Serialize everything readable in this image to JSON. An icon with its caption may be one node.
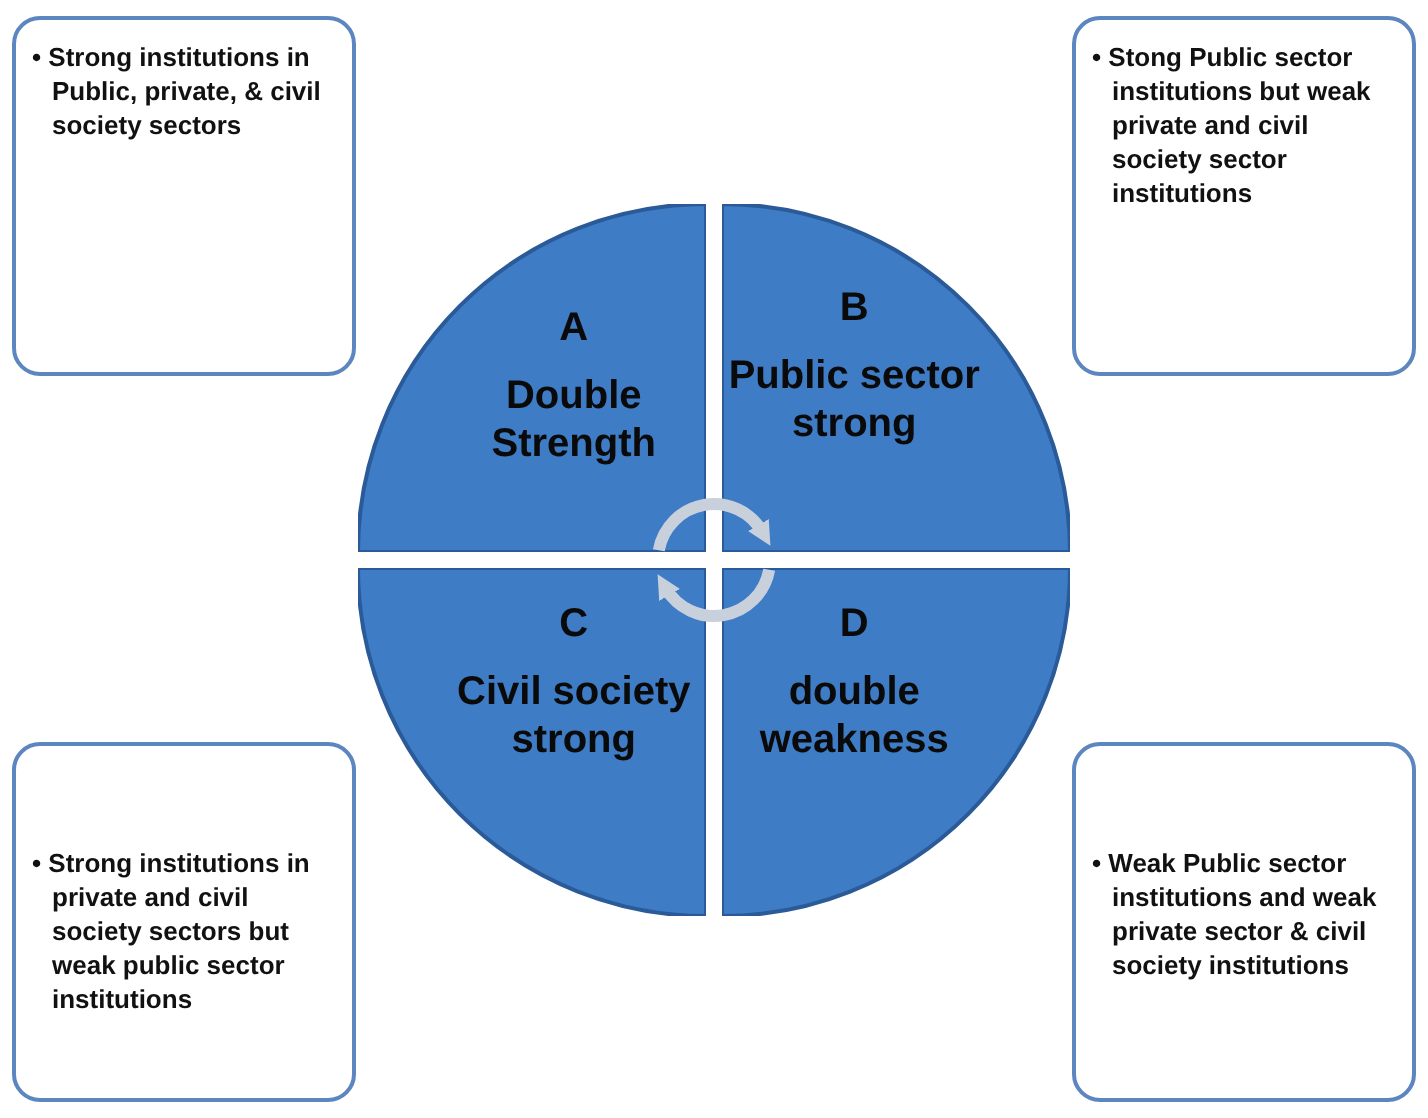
{
  "diagram": {
    "nodes": [
      {
        "text": [
          "• Strong  institutions in Public, private, & civil society sectors"
        ]
      },
      {
        "text": [
          "• Stong Public sector institutions but weak private and civil society sector institutions"
        ]
      },
      {
        "text": [
          "• Strong institutions in private  and civil society sectors but weak public sector institutions"
        ]
      },
      {
        "text": [
          "• Weak Public sector institutions and weak private  sector & civil society institutions"
        ]
      },
      {
        "text": [
          "A",
          "Double Strength"
        ]
      },
      {
        "text": [
          "B",
          "Public sector strong"
        ]
      },
      {
        "text": [
          "C",
          "Civil society strong"
        ]
      },
      {
        "text": [
          "D",
          "double weakness"
        ]
      }
    ],
    "edges": [
      {
        "from": 4,
        "to": 5,
        "arrow": "to"
      },
      {
        "from": 7,
        "to": 6,
        "arrow": "to"
      }
    ]
  }
}
